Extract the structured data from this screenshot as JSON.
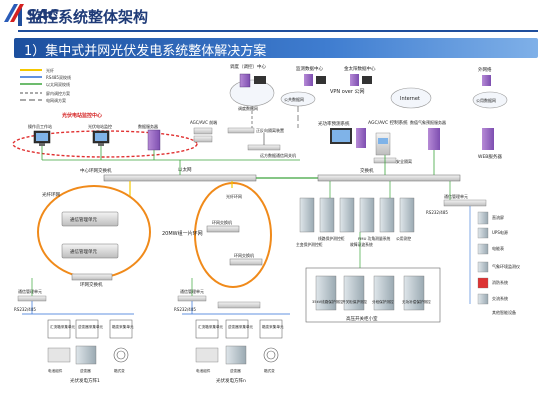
{
  "header": {
    "title": "监控系统整体架构"
  },
  "subtitle": "1）集中式并网光伏发电系统整体解决方案",
  "legend": [
    {
      "label": "光纤",
      "color": "#f5c800",
      "dash": "0"
    },
    {
      "label": "RS485双绞线",
      "color": "#2f6fd6",
      "dash": "0"
    },
    {
      "label": "以太网双绞线",
      "color": "#3da53d",
      "dash": "0"
    },
    {
      "label": "屏内调控方案",
      "color": "#555555",
      "dash": "3,2"
    },
    {
      "label": "电网调方案",
      "color": "#555555",
      "dash": "6,3"
    }
  ],
  "labels": {
    "monitor_center": "光伏电站监控中心",
    "dispatch_center": "调度（调控）中心",
    "monitor_data_center": "监测数据中心",
    "golden_sun_center": "金太阳数据中心",
    "vpn": "VPN over 公网",
    "public_net": "公共数据网",
    "internet": "Internet",
    "ext_net": "外网络",
    "public_net2": "公用数据网",
    "dispatch_server": "调度数据网",
    "data_net": "生产控制区",
    "agc_avc": "AGC/AVC 控制系统",
    "agc_avc2": "AGC/AVC 前端",
    "data_forward": "数据转发",
    "power_predict": "光功率预测系统",
    "meteo": "数值气象预报服务器",
    "web_server": "WEB服务器",
    "iso": "安全隔离",
    "ws1": "操作员工作站",
    "ws2": "光伏电站监控",
    "ws3": "数据服务器",
    "gateway": "正反向隔离装置",
    "switch_fw": "远方数据通信网关机",
    "center_ring": "中心环网交换机",
    "ethernet": "以太网",
    "switch_main": "交换机",
    "ring_net": "光纤环网",
    "ring_sw": "环网交换机",
    "ring_sw2": "环网交换机",
    "ring_sw3": "环网交换机",
    "comm_mgr": "通信管理单元",
    "comm_mgr2": "通信管理单元",
    "comm_mgr3": "通信管理单元",
    "comm_mgr4": "通信管理单元",
    "comm_mgr5": "通信管理单元",
    "ring20": "20MW组一片环网",
    "rs232": "RS232/485",
    "rs232b": "RS232/485",
    "rs232c": "RS232/485",
    "combiner": "汇流箱采集单元",
    "inverter": "逆变器采集单元",
    "transformer": "箱变采集单元",
    "combiner2": "汇流箱采集单元",
    "inverter2": "逆变器采集单元",
    "transformer2": "箱变采集单元",
    "panel": "电池组件",
    "inv_dev": "逆变器",
    "box_tr": "箱式变",
    "panel2": "电池组件",
    "inv_dev2": "逆变器",
    "box_tr2": "箱式变",
    "pv_unit1": "光伏发电方阵1",
    "pv_unit2": "光伏发电方阵n",
    "line_prot": "线路保护测控柜",
    "main_prot": "主变保护测控柜",
    "pmu": "PMU 功角测量系统",
    "fault_rec": "故障录波系统",
    "pub_measure": "公用测控",
    "dc_screen": "直流屏",
    "ups": "UPS电源",
    "meter": "电能表",
    "weather_stn": "气象环境监测仪",
    "fire": "消防系统",
    "ac_sys": "交流系统",
    "other_dev": "其他智能设备",
    "line_prot2": "35kV线路保护测控",
    "sw_prot": "开关柜保护测控",
    "cap_prot": "分段保护测控",
    "comp_prot": "无功补偿保护测控",
    "hv_room": "高压开关柜小室"
  },
  "logo": "SAC"
}
